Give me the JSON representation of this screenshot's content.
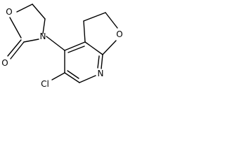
{
  "molecule": {
    "atoms": {
      "oxazolidinone_ring_oxygen": "O",
      "oxazolidinone_nitrogen": "N",
      "carbonyl_oxygen": "O",
      "furan_oxygen": "O",
      "pyridine_nitrogen": "N",
      "chlorine": "Cl"
    }
  }
}
